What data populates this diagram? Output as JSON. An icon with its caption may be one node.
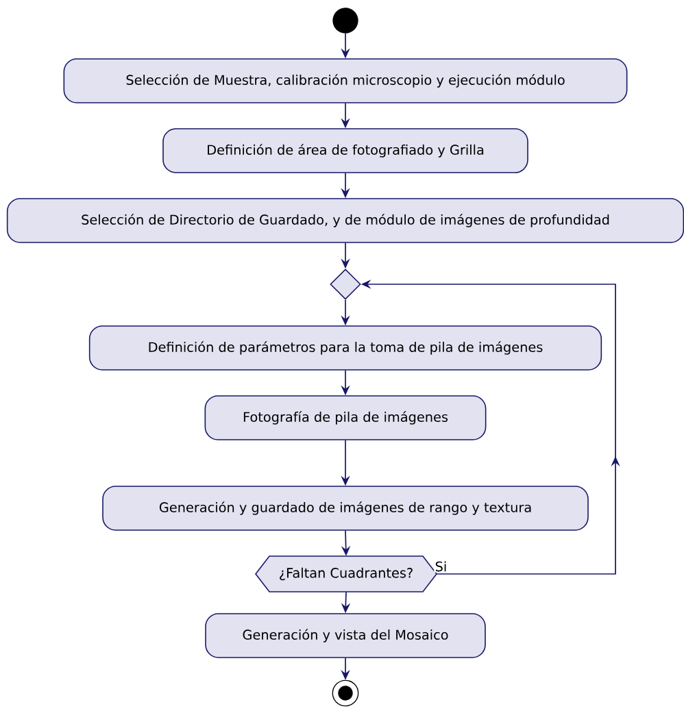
{
  "diagram": {
    "nodes": [
      {
        "text": [],
        "shape": "circle"
      },
      {
        "text": [
          "Selección de Muestra, calibración microscopio y ejecución módulo"
        ]
      },
      {
        "text": [
          "Definición de área de fotografiado y Grilla"
        ]
      },
      {
        "text": [
          "Selección de Directorio de Guardado, y de módulo de imágenes de profundidad"
        ]
      },
      {
        "text": [],
        "shape": "diamond"
      },
      {
        "text": [
          "Definición de parámetros para la toma de pila de imágenes"
        ]
      },
      {
        "text": [
          "Fotografía de pila de imágenes"
        ]
      },
      {
        "text": [
          "Generación y guardado de imágenes de rango y textura"
        ]
      },
      {
        "text": [
          "¿Faltan Cuadrantes?"
        ]
      },
      {
        "text": [
          "Generación y vista del Mosaico"
        ]
      },
      {
        "text": [],
        "shape": "circle"
      }
    ],
    "edges": [
      {
        "from": 0,
        "to": 1,
        "arrow": "to"
      },
      {
        "from": 1,
        "to": 2,
        "arrow": "to"
      },
      {
        "from": 2,
        "to": 3,
        "arrow": "to"
      },
      {
        "from": 3,
        "to": 4,
        "arrow": "to"
      },
      {
        "from": 4,
        "to": 5,
        "arrow": "to"
      },
      {
        "from": 5,
        "to": 6,
        "arrow": "to"
      },
      {
        "from": 6,
        "to": 7,
        "arrow": "to"
      },
      {
        "from": 7,
        "to": 8,
        "arrow": "to"
      },
      {
        "from": 8,
        "to": 4,
        "arrow": "to",
        "label": "Si"
      },
      {
        "from": 8,
        "to": 9,
        "arrow": "to"
      },
      {
        "from": 9,
        "to": 10,
        "arrow": "to"
      }
    ]
  }
}
